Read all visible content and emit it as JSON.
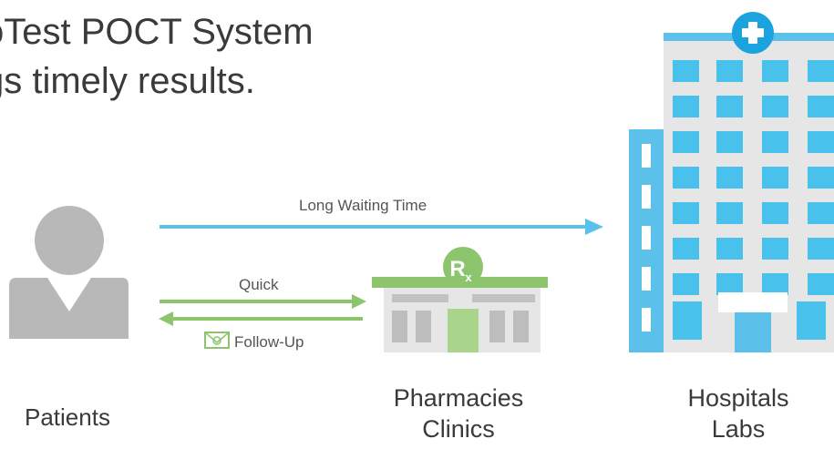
{
  "headline": {
    "line1": "oTest POCT System",
    "line2": "gs timely results."
  },
  "arrows": {
    "long_wait": "Long Waiting Time",
    "quick": "Quick",
    "follow_up": "Follow-Up"
  },
  "labels": {
    "patients": "Patients",
    "pharmacies_line1": "Pharmacies",
    "pharmacies_line2": "Clinics",
    "hospitals_line1": "Hospitals",
    "hospitals_line2": "Labs"
  },
  "rx_badge": "R",
  "icons": [
    "person-icon",
    "pharmacy-icon",
    "hospital-icon",
    "medical-cross-icon",
    "envelope-icon"
  ],
  "colors": {
    "blue": "#5bc0ea",
    "blue_dark": "#1aa3dc",
    "green": "#8cc56d",
    "green_light": "#a9d48c",
    "gray_figure": "#b8b8b8",
    "building_gray": "#e6e6e6",
    "text": "#3a3a3a"
  }
}
